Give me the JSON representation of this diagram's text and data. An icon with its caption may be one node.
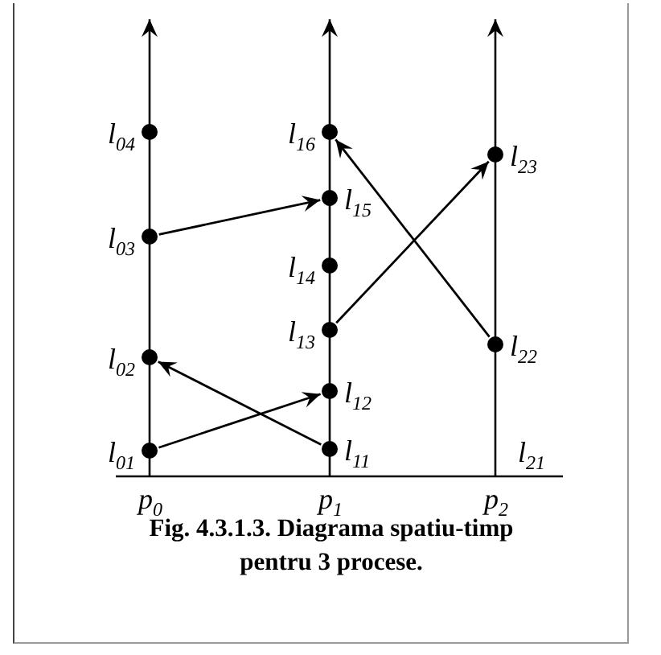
{
  "diagram": {
    "caption": "Fig. 4.3.1.3. Diagrama spatiu-timp pentru 3 procese.",
    "nodes": [
      {
        "text": [],
        "shape": "circle",
        "beside": [
          "l$_{01}$"
        ]
      },
      {
        "text": [],
        "shape": "circle",
        "beside": [
          "l$_{02}$"
        ]
      },
      {
        "text": [],
        "shape": "circle",
        "beside": [
          "l$_{03}$"
        ]
      },
      {
        "text": [],
        "shape": "circle",
        "beside": [
          "l$_{04}$"
        ]
      },
      {
        "text": [],
        "shape": "circle",
        "beside": [
          "l$_{11}$"
        ]
      },
      {
        "text": [],
        "shape": "circle",
        "beside": [
          "l$_{12}$"
        ]
      },
      {
        "text": [],
        "shape": "circle",
        "beside": [
          "l$_{13}$"
        ]
      },
      {
        "text": [],
        "shape": "circle",
        "beside": [
          "l$_{14}$"
        ]
      },
      {
        "text": [],
        "shape": "circle",
        "beside": [
          "l$_{15}$"
        ]
      },
      {
        "text": [],
        "shape": "circle",
        "beside": [
          "l$_{16}$"
        ]
      },
      {
        "text": [],
        "shape": "circle",
        "beside": [
          "l$_{22}$"
        ]
      },
      {
        "text": [],
        "shape": "circle",
        "beside": [
          "l$_{23}$"
        ]
      }
    ],
    "edges": [
      {
        "from": 0,
        "to": 5,
        "arrow": "to"
      },
      {
        "from": 4,
        "to": 1,
        "arrow": "to"
      },
      {
        "from": 2,
        "to": 8,
        "arrow": "to"
      },
      {
        "from": 6,
        "to": 11,
        "arrow": "to"
      },
      {
        "from": 10,
        "to": 9,
        "arrow": "to"
      }
    ],
    "labels": [
      "l$_{21}$",
      "p$_{0}$",
      "p$_{1}$",
      "p$_{2}$"
    ]
  }
}
